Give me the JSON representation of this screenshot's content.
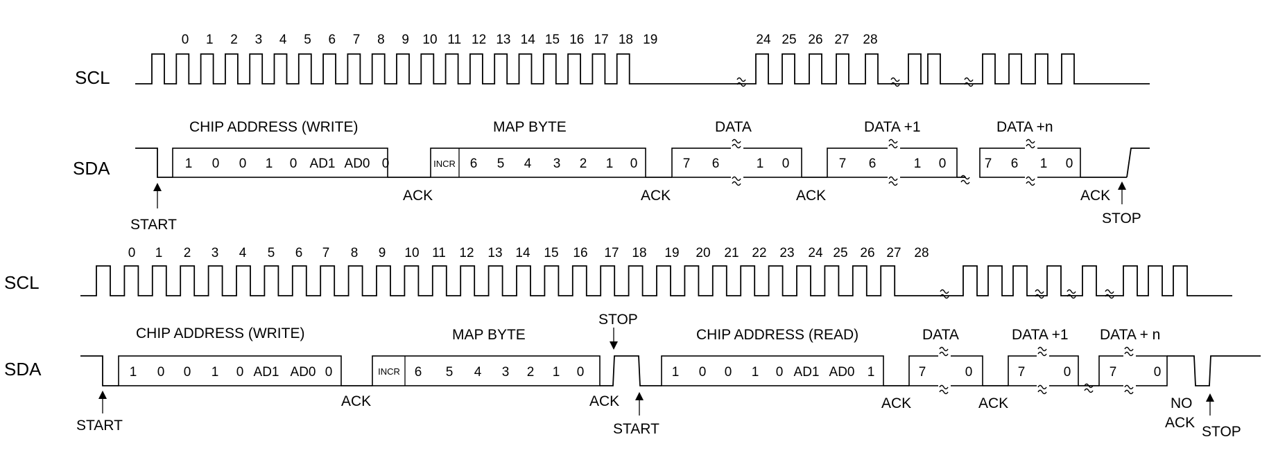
{
  "write_diagram": {
    "scl": {
      "signal_label": "SCL",
      "clock_numbers": [
        "0",
        "1",
        "2",
        "3",
        "4",
        "5",
        "6",
        "7",
        "8",
        "9",
        "10",
        "11",
        "12",
        "13",
        "14",
        "15",
        "16",
        "17",
        "18",
        "19",
        "24",
        "25",
        "26",
        "27",
        "28"
      ]
    },
    "sda": {
      "signal_label": "SDA",
      "chip_address_label": "CHIP ADDRESS (WRITE)",
      "chip_address_bits": [
        "1",
        "0",
        "0",
        "1",
        "0",
        "AD1",
        "AD0",
        "0"
      ],
      "map_byte_label": "MAP BYTE",
      "incr_label": "INCR",
      "map_byte_bits": [
        "6",
        "5",
        "4",
        "3",
        "2",
        "1",
        "0"
      ],
      "data_label": "DATA",
      "data_bits": [
        "7",
        "6",
        "1",
        "0"
      ],
      "data_plus1_label": "DATA +1",
      "data_plus1_bits": [
        "7",
        "6",
        "1",
        "0"
      ],
      "data_plusn_label": "DATA +n",
      "data_plusn_bits": [
        "7",
        "6",
        "1",
        "0"
      ],
      "ack_labels": [
        "ACK",
        "ACK",
        "ACK",
        "ACK"
      ],
      "start_label": "START",
      "stop_label": "STOP"
    }
  },
  "read_diagram": {
    "scl": {
      "signal_label": "SCL",
      "clock_numbers": [
        "0",
        "1",
        "2",
        "3",
        "4",
        "5",
        "6",
        "7",
        "8",
        "9",
        "10",
        "11",
        "12",
        "13",
        "14",
        "15",
        "16",
        "17",
        "18",
        "19",
        "20",
        "21",
        "22",
        "23",
        "24",
        "25",
        "26",
        "27",
        "28"
      ]
    },
    "sda": {
      "signal_label": "SDA",
      "chip_address_write_label": "CHIP ADDRESS (WRITE)",
      "chip_address_write_bits": [
        "1",
        "0",
        "0",
        "1",
        "0",
        "AD1",
        "AD0",
        "0"
      ],
      "map_byte_label": "MAP BYTE",
      "incr_label": "INCR",
      "map_byte_bits": [
        "6",
        "5",
        "4",
        "3",
        "2",
        "1",
        "0"
      ],
      "stop_label": "STOP",
      "chip_address_read_label": "CHIP ADDRESS (READ)",
      "chip_address_read_bits": [
        "1",
        "0",
        "0",
        "1",
        "0",
        "AD1",
        "AD0",
        "1"
      ],
      "data_label": "DATA",
      "data_bits": [
        "7",
        "0"
      ],
      "data_plus1_label": "DATA +1",
      "data_plus1_bits": [
        "7",
        "0"
      ],
      "data_plusn_label": "DATA + n",
      "data_plusn_bits": [
        "7",
        "0"
      ],
      "ack_labels": [
        "ACK",
        "ACK",
        "ACK",
        "ACK"
      ],
      "no_ack_line1": "NO",
      "no_ack_line2": "ACK",
      "start_label": "START",
      "start2_label": "START",
      "end_stop_label": "STOP"
    }
  }
}
